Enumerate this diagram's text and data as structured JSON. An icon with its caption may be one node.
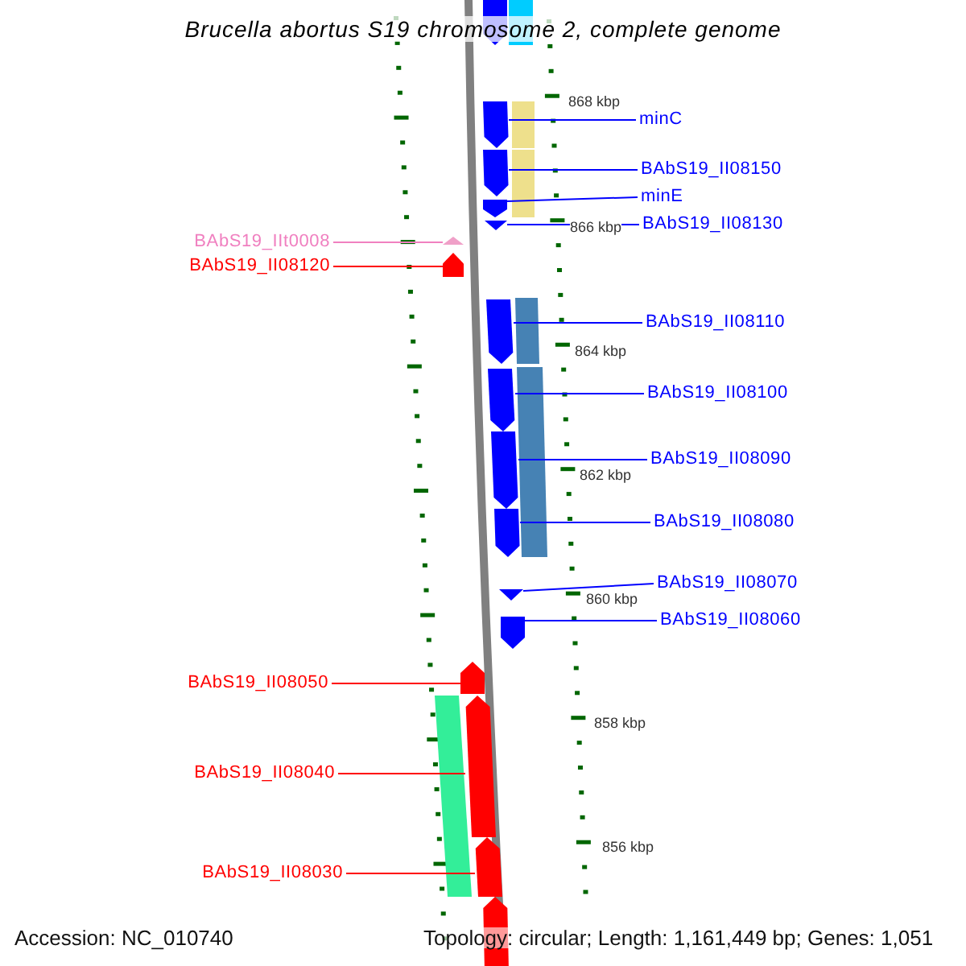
{
  "diagram": {
    "title": "Brucella abortus S19 chromosome 2, complete genome",
    "nodes": [
      {
        "text": [
          "minC"
        ]
      },
      {
        "text": [
          "BAbS19_II08150"
        ]
      },
      {
        "text": [
          "minE"
        ]
      },
      {
        "text": [
          "BAbS19_II08130"
        ]
      },
      {
        "text": [
          "BAbS19_IIt0008"
        ]
      },
      {
        "text": [
          "BAbS19_II08120"
        ]
      },
      {
        "text": [
          "BAbS19_II08110"
        ]
      },
      {
        "text": [
          "BAbS19_II08100"
        ]
      },
      {
        "text": [
          "BAbS19_II08090"
        ]
      },
      {
        "text": [
          "BAbS19_II08080"
        ]
      },
      {
        "text": [
          "BAbS19_II08070"
        ]
      },
      {
        "text": [
          "BAbS19_II08060"
        ]
      },
      {
        "text": [
          "BAbS19_II08050"
        ]
      },
      {
        "text": [
          "BAbS19_II08040"
        ]
      },
      {
        "text": [
          "BAbS19_II08030"
        ]
      },
      {
        "text": [],
        "shape": "arrow"
      },
      {
        "text": [],
        "shape": "bar"
      },
      {
        "text": [],
        "shape": "arrow"
      },
      {
        "text": [],
        "shape": "bar"
      },
      {
        "text": [],
        "shape": "arrow"
      },
      {
        "text": [],
        "shape": "bar"
      },
      {
        "text": [],
        "shape": "arrow"
      },
      {
        "text": [],
        "shape": "arrow"
      },
      {
        "text": [],
        "shape": "arrow"
      },
      {
        "text": [],
        "shape": "arrow"
      },
      {
        "text": [],
        "shape": "arrow"
      },
      {
        "text": [],
        "shape": "bar"
      },
      {
        "text": [],
        "shape": "arrow"
      },
      {
        "text": [],
        "shape": "bar"
      },
      {
        "text": [],
        "shape": "arrow"
      },
      {
        "text": [],
        "shape": "arrow"
      },
      {
        "text": [],
        "shape": "arrow"
      },
      {
        "text": [],
        "shape": "arrow"
      },
      {
        "text": [],
        "shape": "arrow"
      },
      {
        "text": [],
        "shape": "bar"
      },
      {
        "text": [],
        "shape": "arrow"
      },
      {
        "text": [],
        "shape": "arrow"
      },
      {
        "text": [],
        "shape": "arrow"
      }
    ],
    "edges": [
      {
        "from": 0,
        "to": 17,
        "arrow": "none"
      },
      {
        "from": 1,
        "to": 19,
        "arrow": "none"
      },
      {
        "from": 2,
        "to": 21,
        "arrow": "none"
      },
      {
        "from": 3,
        "to": 22,
        "arrow": "none"
      },
      {
        "from": 4,
        "to": 23,
        "arrow": "none",
        "color": "#f080c0"
      },
      {
        "from": 5,
        "to": 24,
        "arrow": "none",
        "color": "#ff0000"
      },
      {
        "from": 6,
        "to": 25,
        "arrow": "none"
      },
      {
        "from": 7,
        "to": 27,
        "arrow": "none"
      },
      {
        "from": 8,
        "to": 29,
        "arrow": "none"
      },
      {
        "from": 9,
        "to": 30,
        "arrow": "none"
      },
      {
        "from": 10,
        "to": 31,
        "arrow": "none"
      },
      {
        "from": 11,
        "to": 32,
        "arrow": "none"
      },
      {
        "from": 12,
        "to": 33,
        "arrow": "none",
        "color": "#ff0000"
      },
      {
        "from": 13,
        "to": 35,
        "arrow": "none",
        "color": "#ff0000"
      },
      {
        "from": 14,
        "to": 36,
        "arrow": "none",
        "color": "#ff0000"
      }
    ],
    "labels": [
      "868 kbp",
      "866 kbp",
      "864 kbp",
      "862 kbp",
      "860 kbp",
      "858 kbp",
      "856 kbp",
      "Accession: NC_010740",
      "Topology: circular; Length: 1,161,449 bp; Genes: 1,051"
    ]
  }
}
